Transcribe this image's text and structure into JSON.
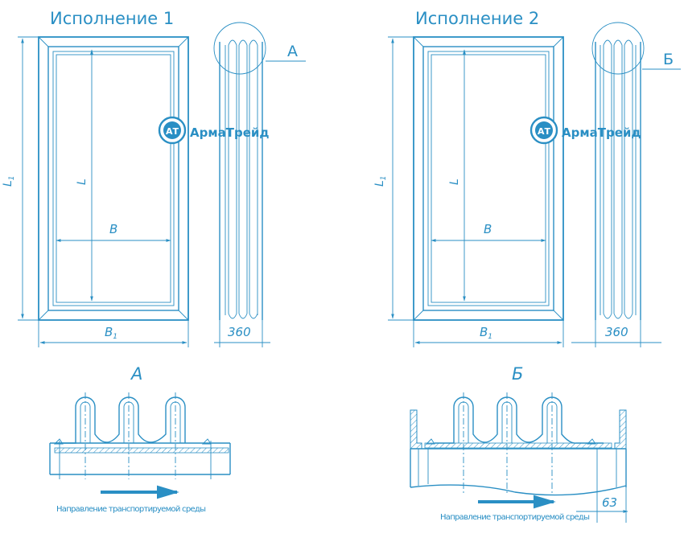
{
  "variant1": {
    "title": "Исполнение 1",
    "callout": "A",
    "dim_L1": "L",
    "dim_L1_sub": "1",
    "dim_L": "L",
    "dim_B": "B",
    "dim_B1": "B",
    "dim_B1_sub": "1",
    "angle": "360",
    "detail_label": "A",
    "flow_text": "Направление транспортируемой среды"
  },
  "variant2": {
    "title": "Исполнение 2",
    "callout": "Б",
    "dim_L1": "L",
    "dim_L1_sub": "1",
    "dim_L": "L",
    "dim_B": "B",
    "dim_B1": "B",
    "dim_B1_sub": "1",
    "angle": "360",
    "detail_label": "Б",
    "flow_text": "Направление транспортируемой среды",
    "dim_63": "63"
  },
  "logo": {
    "name": "АрмаТрейд",
    "mark": "АТ"
  },
  "colors": {
    "line": "#2a8fc4",
    "logo": "#2a8fc4"
  }
}
